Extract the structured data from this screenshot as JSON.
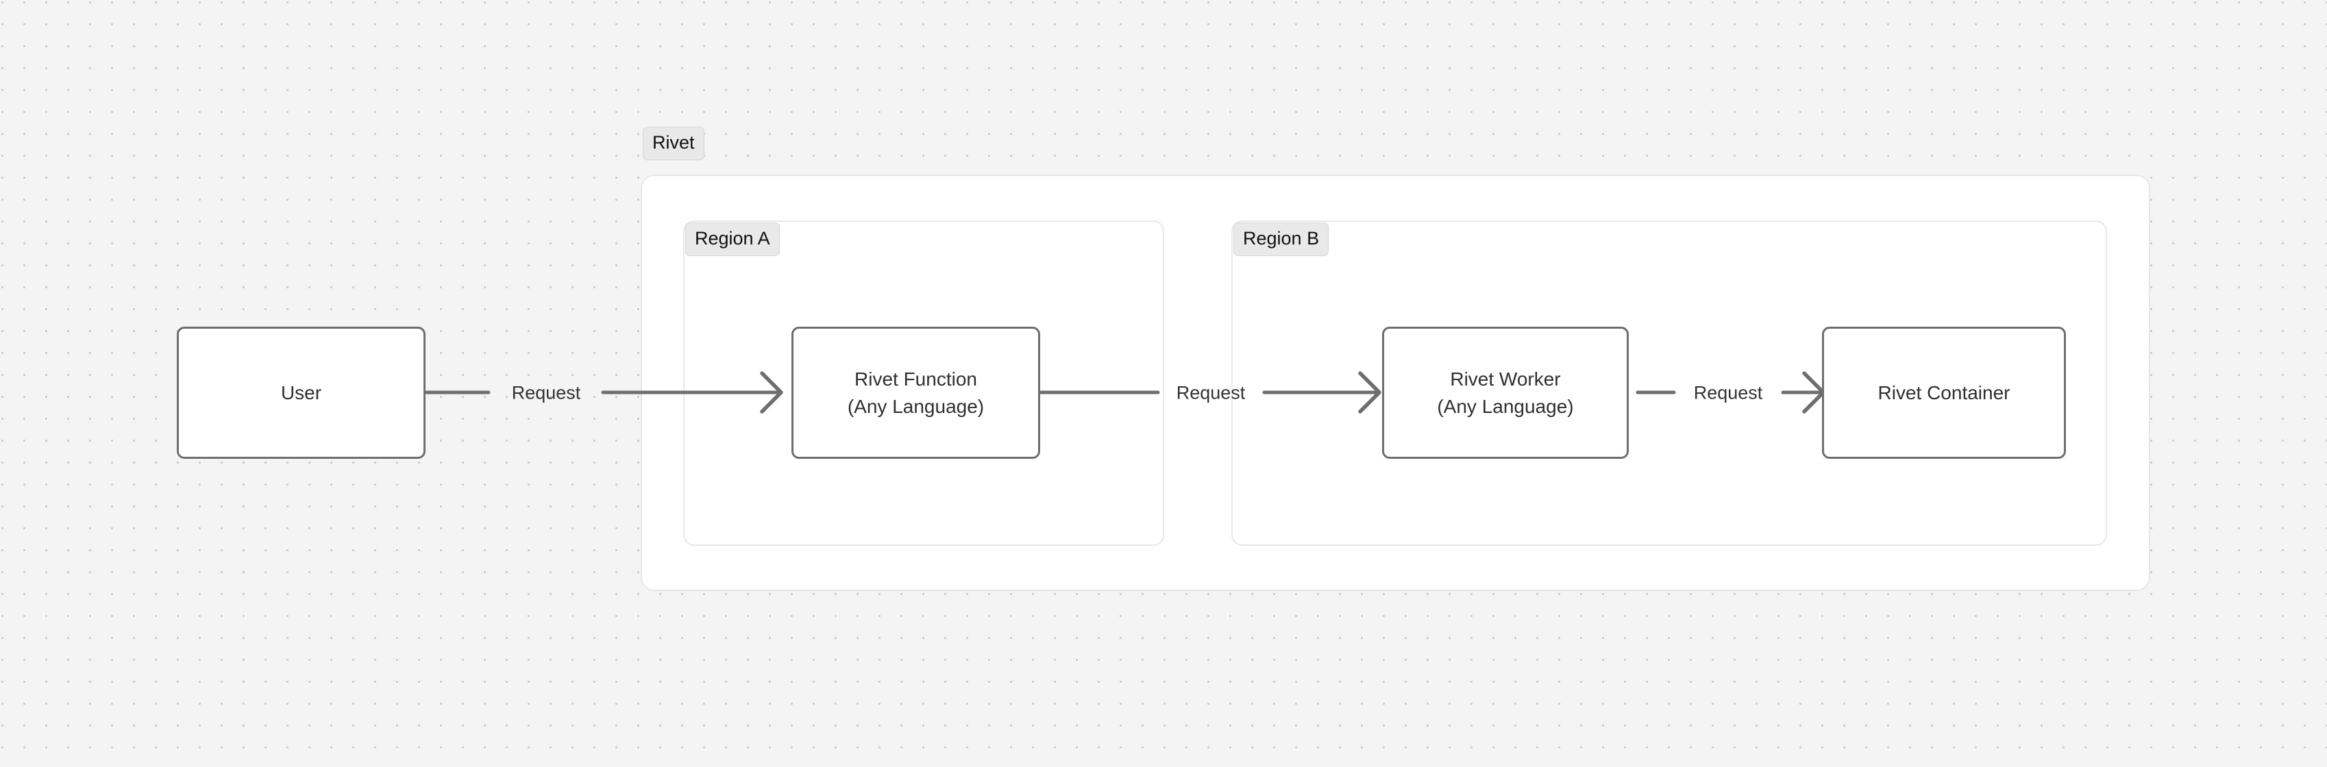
{
  "canvas": {
    "background_color": "#f4f4f5",
    "dot_color": "#c9c9ce",
    "accent_border_color": "#6e6e6e",
    "group_border_color": "#e6e6e6",
    "badge_fill_color": "#e9e9e9",
    "text_color": "#2f2f2f"
  },
  "groups": {
    "rivet": {
      "label": "Rivet"
    },
    "region_a": {
      "label": "Region A"
    },
    "region_b": {
      "label": "Region B"
    }
  },
  "nodes": {
    "user": {
      "label": "User"
    },
    "rivet_function": {
      "label": "Rivet Function\n(Any Language)"
    },
    "rivet_worker": {
      "label": "Rivet Worker\n(Any Language)"
    },
    "rivet_container": {
      "label": "Rivet Container"
    }
  },
  "edges": {
    "user_to_function": {
      "label": "Request"
    },
    "function_to_worker": {
      "label": "Request"
    },
    "worker_to_container": {
      "label": "Request"
    }
  }
}
